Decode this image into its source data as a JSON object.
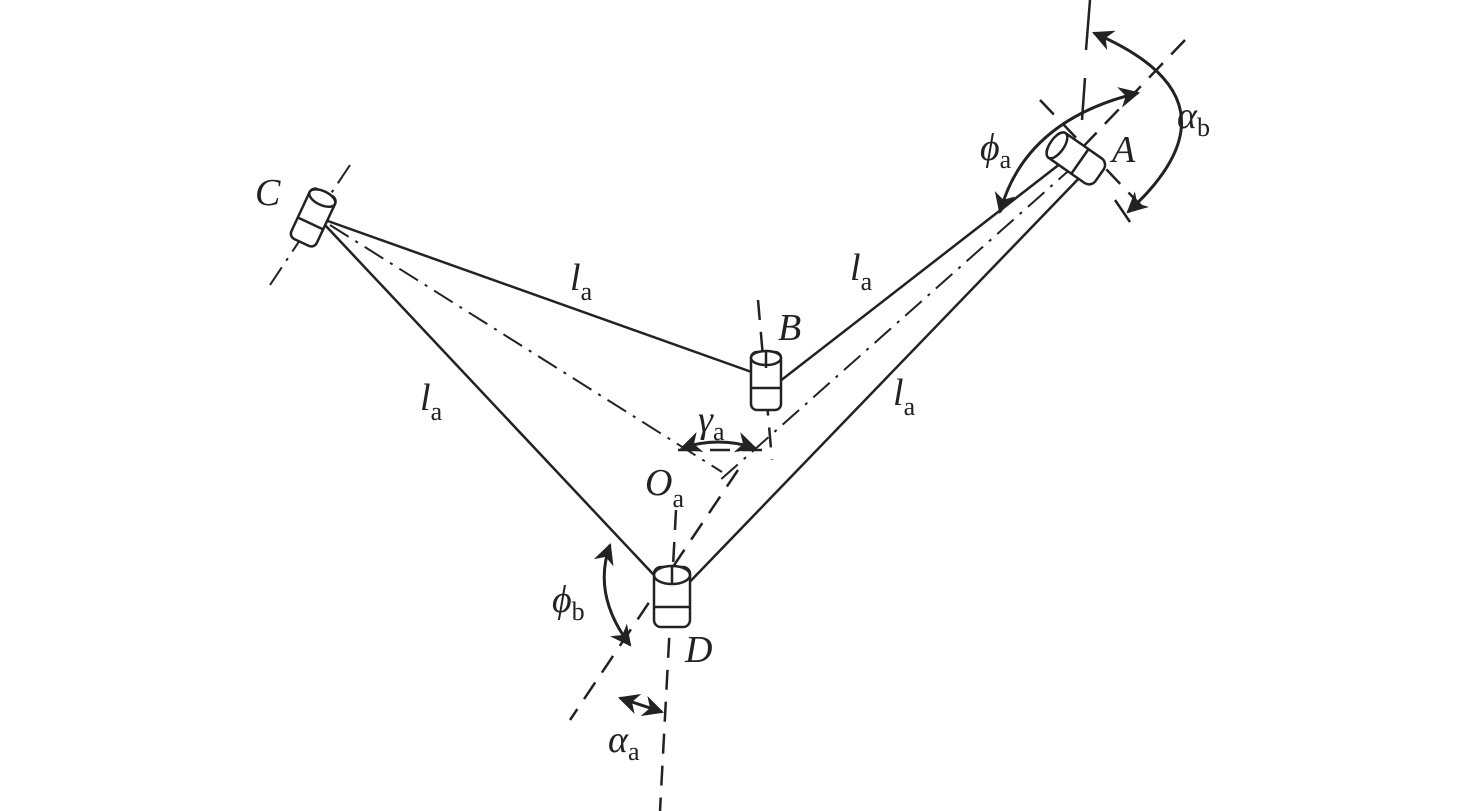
{
  "diagram": {
    "points": {
      "A": "A",
      "B": "B",
      "C": "C",
      "D": "D",
      "O": "O",
      "O_sub": "a"
    },
    "links": [
      {
        "symbol": "l",
        "sub": "a"
      },
      {
        "symbol": "l",
        "sub": "a"
      },
      {
        "symbol": "l",
        "sub": "a"
      },
      {
        "symbol": "l",
        "sub": "a"
      }
    ],
    "angles": {
      "gamma": {
        "symbol": "γ",
        "sub": "a"
      },
      "phi_a": {
        "symbol": "ϕ",
        "sub": "a"
      },
      "phi_b": {
        "symbol": "ϕ",
        "sub": "b"
      },
      "alpha_a": {
        "symbol": "α",
        "sub": "a"
      },
      "alpha_b": {
        "symbol": "α",
        "sub": "b"
      }
    }
  }
}
